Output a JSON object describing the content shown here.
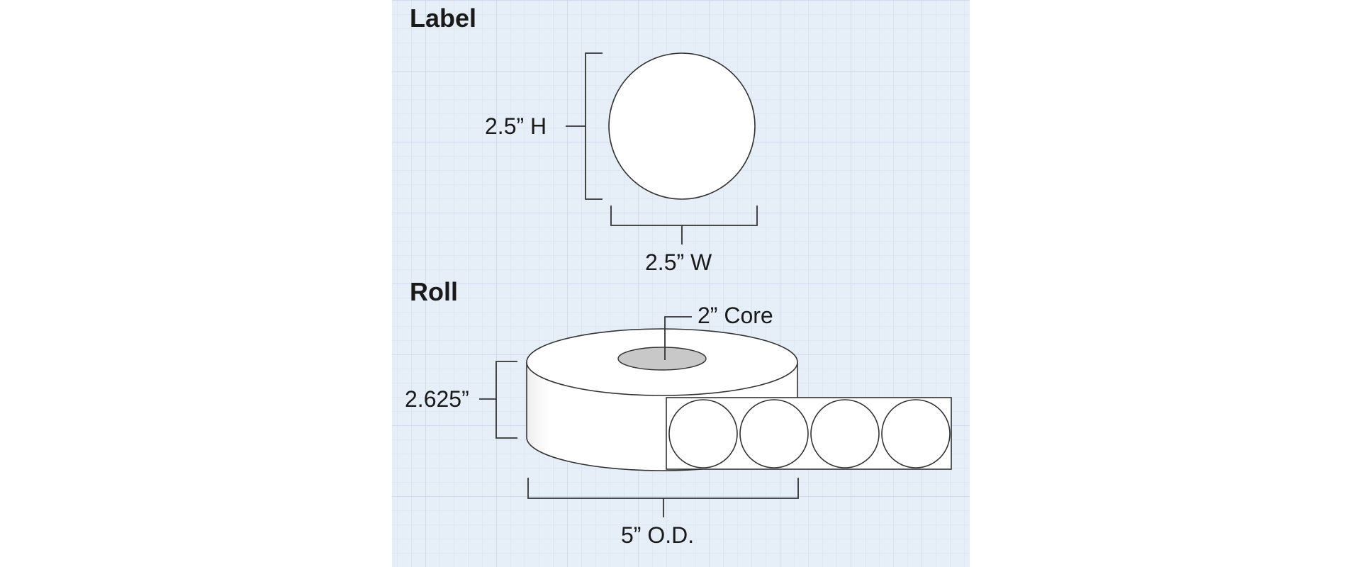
{
  "label_section": {
    "heading": "Label",
    "height_label": "2.5” H",
    "width_label": "2.5” W"
  },
  "roll_section": {
    "heading": "Roll",
    "core_label": "2” Core",
    "height_label": "2.625”",
    "diameter_label": "5” O.D."
  },
  "colors": {
    "grid_background": "#e6eef8",
    "grid_line": "#c9d7e8",
    "line": "#333333",
    "core_fill": "#c8c8c8",
    "roll_fill": "#ffffff"
  }
}
